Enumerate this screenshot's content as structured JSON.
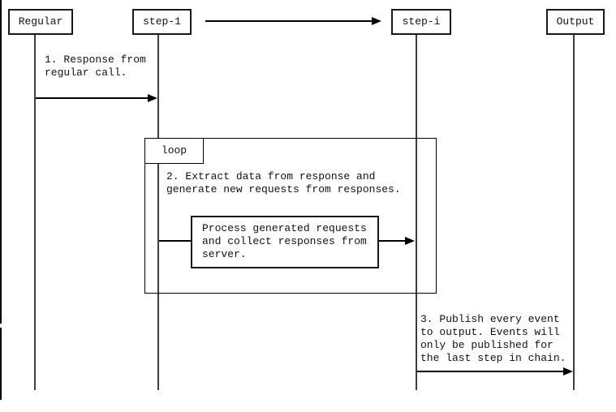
{
  "window": {
    "background": "#ffffff",
    "border_color": "#000000"
  },
  "colors": {
    "line": "#000000",
    "lifeline": "#3d3d3d",
    "box_border": "#1a1a1a",
    "text": "#111111"
  },
  "participants": [
    {
      "label": "Regular"
    },
    {
      "label": "step-1"
    },
    {
      "label": "step-i"
    },
    {
      "label": "Output"
    }
  ],
  "loop": {
    "label": "loop"
  },
  "messages": {
    "m1": {
      "text": "1. Response from\nregular call."
    },
    "m2": {
      "text": "2. Extract data from response and\ngenerate new requests from responses."
    },
    "process": {
      "text": "Process generated requests\nand collect responses from\nserver."
    },
    "m3": {
      "text": "3. Publish every event\nto output. Events will\nonly be published for\nthe last step in chain."
    }
  }
}
